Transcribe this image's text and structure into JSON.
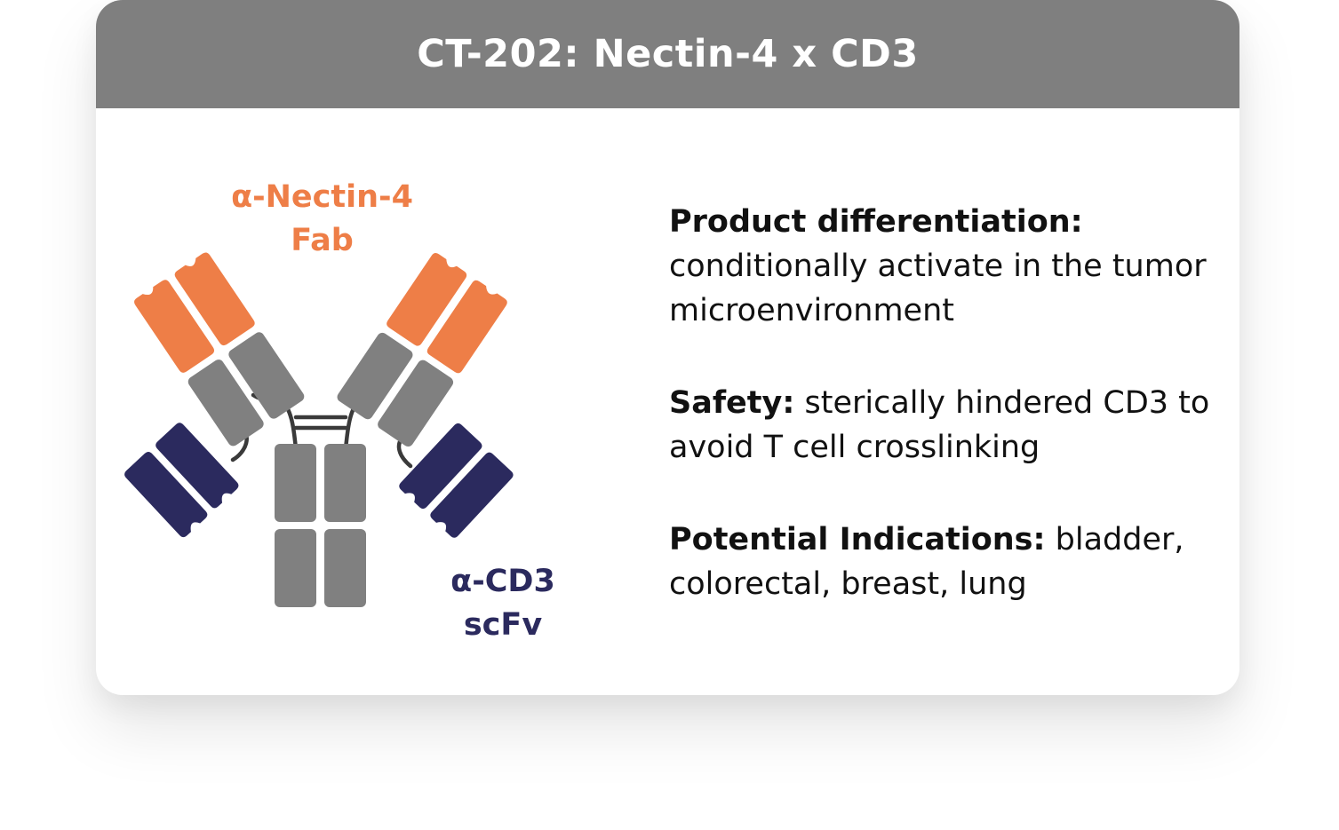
{
  "card": {
    "title": "CT-202: Nectin-4 x CD3"
  },
  "diagram": {
    "fab_label_line1": "α-Nectin-4",
    "fab_label_line2": "Fab",
    "scfv_label_line1": "α-CD3",
    "scfv_label_line2": "scFv",
    "colors": {
      "fab": "#ee7e47",
      "constant": "#808080",
      "scfv": "#2b2a5e",
      "header": "#7f7f7f"
    }
  },
  "details": [
    {
      "heading": "Product differentiation:",
      "body": "conditionally activate in the tumor microenvironment"
    },
    {
      "heading": "Safety:",
      "body": "sterically hindered CD3 to avoid T cell crosslinking"
    },
    {
      "heading": "Potential Indications:",
      "body": "bladder, colorectal, breast, lung"
    }
  ]
}
